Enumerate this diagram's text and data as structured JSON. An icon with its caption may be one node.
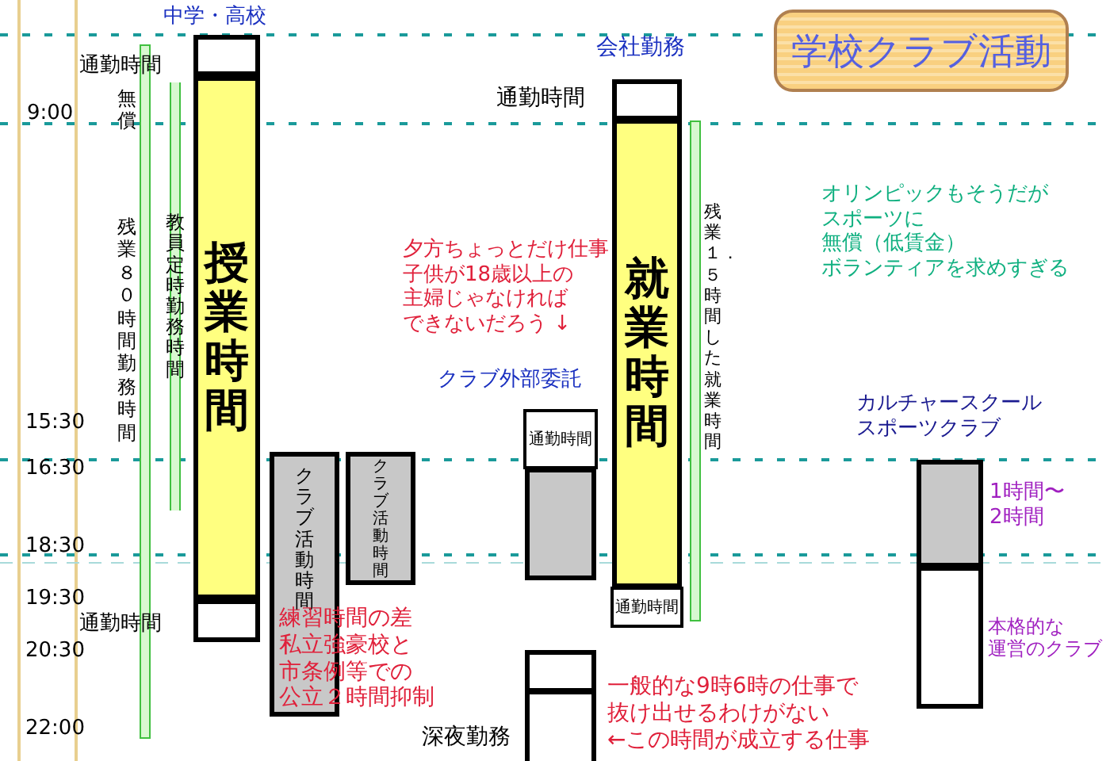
{
  "diagram": {
    "title": "学校クラブ活動",
    "nodes": [
      {
        "text": [],
        "shape": "box"
      },
      {
        "text": [
          "授業時間"
        ]
      },
      {
        "text": [],
        "shape": "box"
      },
      {
        "text": [
          "クラブ活動時間"
        ]
      },
      {
        "text": [
          "クラブ活動時間"
        ]
      },
      {
        "text": [
          "通勤時間"
        ]
      },
      {
        "text": [],
        "shape": "box"
      },
      {
        "text": [],
        "shape": "box",
        "beside": [
          "通勤時間"
        ]
      },
      {
        "text": [
          "就業時間"
        ]
      },
      {
        "text": [
          "通勤時間"
        ]
      },
      {
        "text": [],
        "shape": "box"
      },
      {
        "text": [],
        "shape": "box",
        "beside": [
          "深夜勤務"
        ]
      },
      {
        "text": [],
        "shape": "box",
        "beside": [
          "1時間〜2時間"
        ]
      },
      {
        "text": [],
        "shape": "box",
        "beside": [
          "本格的な運営のクラブ"
        ]
      },
      {
        "text": [],
        "shape": "bar",
        "beside": [
          "無償",
          "残業８０時間勤務時間"
        ]
      },
      {
        "text": [
          "教員定時勤務時間"
        ]
      },
      {
        "text": [],
        "shape": "bar",
        "beside": [
          "残業１．５時間した就業時間"
        ]
      }
    ],
    "labels": [
      "中学・高校",
      "会社勤務",
      "通勤時間",
      "9:00",
      "夕方ちょっとだけ仕事子供が18歳以上の主婦じゃなければできないだろう ↓",
      "オリンピックもそうだがスポーツに無償（低賃金）ボランティアを求めすぎる",
      "クラブ外部委託",
      "カルチャースクールスポーツクラブ",
      "15:30",
      "16:30",
      "18:30",
      "19:30",
      "練習時間の差私立強豪校と市条例等での公立２時間抑制",
      "通勤時間",
      "20:30",
      "一般的な9時6時の仕事で抜け出せるわけがない←この時間が成立する仕事",
      "22:00"
    ]
  }
}
